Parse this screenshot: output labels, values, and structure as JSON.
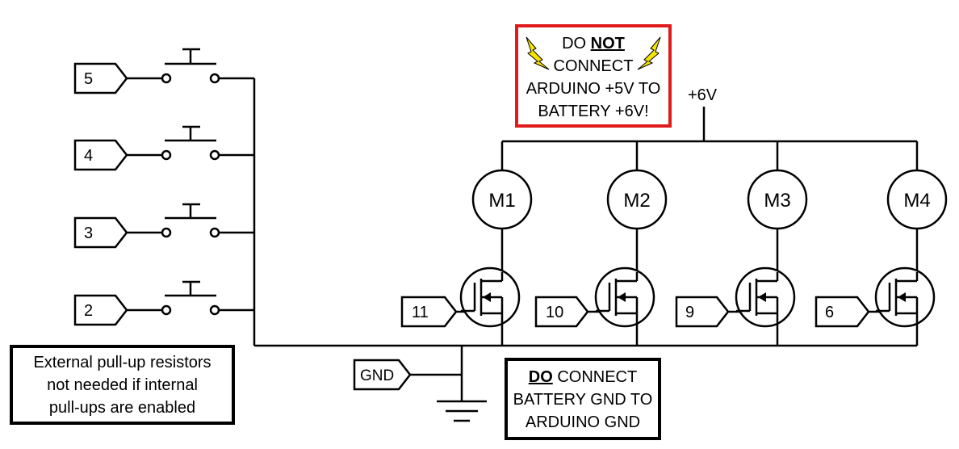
{
  "switch_labels": [
    "5",
    "4",
    "3",
    "2"
  ],
  "motor_labels": [
    "M1",
    "M2",
    "M3",
    "M4"
  ],
  "gate_labels": [
    "11",
    "10",
    "9",
    "6"
  ],
  "supply_label": "+6V",
  "gnd_label": "GND",
  "warning_note": {
    "prefix": "DO ",
    "emphasis": "NOT",
    "line2": "CONNECT",
    "line3": "ARDUINO +5V TO",
    "line4": "BATTERY +6V!",
    "border_color": "#e01b1b",
    "icon": "lightning-bolt-icon"
  },
  "gnd_note": {
    "emphasis": "DO",
    "line1_rest": " CONNECT",
    "line2": "BATTERY GND TO",
    "line3": "ARDUINO GND"
  },
  "pullup_note": {
    "line1": "External pull-up resistors",
    "line2": "not needed if internal",
    "line3": "pull-ups are enabled"
  }
}
